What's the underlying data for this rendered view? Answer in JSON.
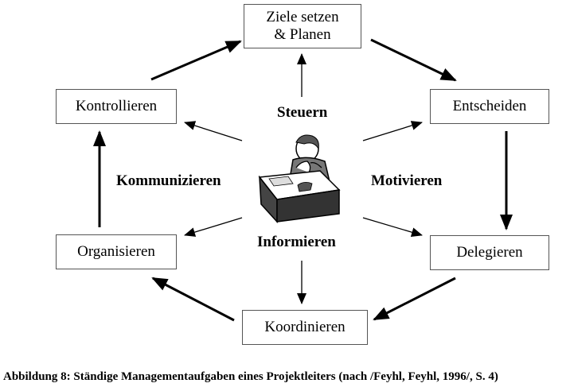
{
  "boxes": {
    "ziele_line1": "Ziele setzen",
    "ziele_line2": "& Planen",
    "entscheiden": "Entscheiden",
    "delegieren": "Delegieren",
    "koordinieren": "Koordinieren",
    "organisieren": "Organisieren",
    "kontrollieren": "Kontrollieren"
  },
  "labels": {
    "steuern": "Steuern",
    "kommunizieren": "Kommunizieren",
    "motivieren": "Motivieren",
    "informieren": "Informieren"
  },
  "caption": "Abbildung 8: Ständige Managementaufgaben eines Projektleiters (nach /Feyhl, Feyhl, 1996/, S. 4)"
}
